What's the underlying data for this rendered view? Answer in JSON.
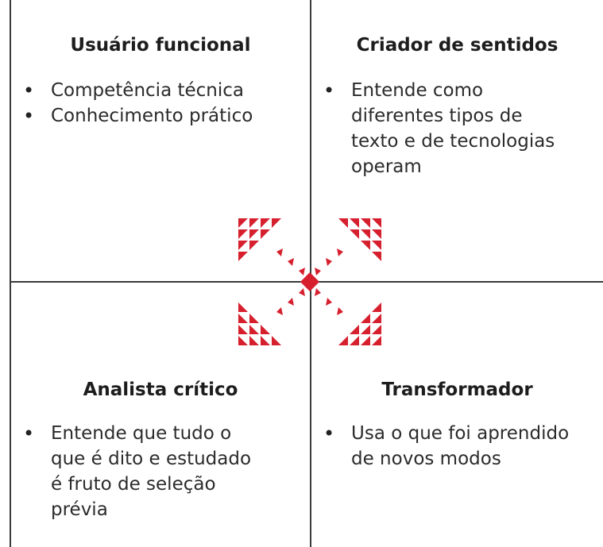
{
  "quadrants": {
    "top_left": {
      "title": "Usuário funcional",
      "bullets": [
        "Competência técnica",
        "Conhecimento prático"
      ]
    },
    "top_right": {
      "title": "Criador de sentidos",
      "bullets": [
        "Entende como\ndiferentes tipos de\ntexto e de tecnologias\noperam"
      ]
    },
    "bottom_left": {
      "title": "Analista crítico",
      "bullets": [
        "Entende que tudo o\nque é dito e estudado\né fruto de seleção\nprévia"
      ]
    },
    "bottom_right": {
      "title": "Transformador",
      "bullets": [
        "Usa o que foi aprendido\nde novos modos"
      ]
    }
  },
  "colors": {
    "arrow": "#d6202e",
    "lines": "#3a3a3a"
  },
  "icons": {
    "center": "arrows-outward-icon"
  }
}
